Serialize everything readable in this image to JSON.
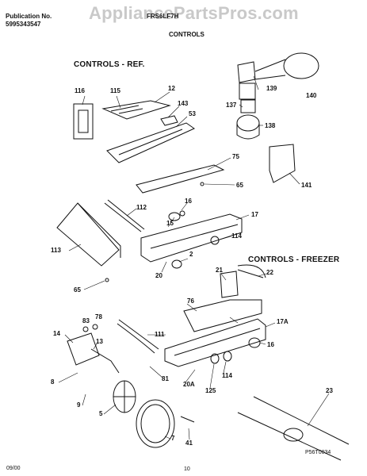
{
  "header": {
    "publication_label": "Publication No.",
    "publication_number": "5995343547",
    "model": "FRS6LF7H",
    "watermark": "AppliancePartsPros.com",
    "section_title": "CONTROLS"
  },
  "sections": {
    "ref": "CONTROLS - REF.",
    "freezer": "CONTROLS - FREEZER"
  },
  "callouts": [
    "116",
    "115",
    "12",
    "143",
    "53",
    "139",
    "140",
    "137",
    "138",
    "141",
    "75",
    "65",
    "112",
    "16",
    "15",
    "17",
    "113",
    "114",
    "2",
    "20",
    "65",
    "21",
    "22",
    "76",
    "17A",
    "83",
    "78",
    "111",
    "14",
    "13",
    "16",
    "81",
    "8",
    "20A",
    "114",
    "125",
    "9",
    "5",
    "7",
    "41",
    "23"
  ],
  "footer": {
    "date": "09/00",
    "page": "10",
    "figure_code": "P56T0034"
  }
}
